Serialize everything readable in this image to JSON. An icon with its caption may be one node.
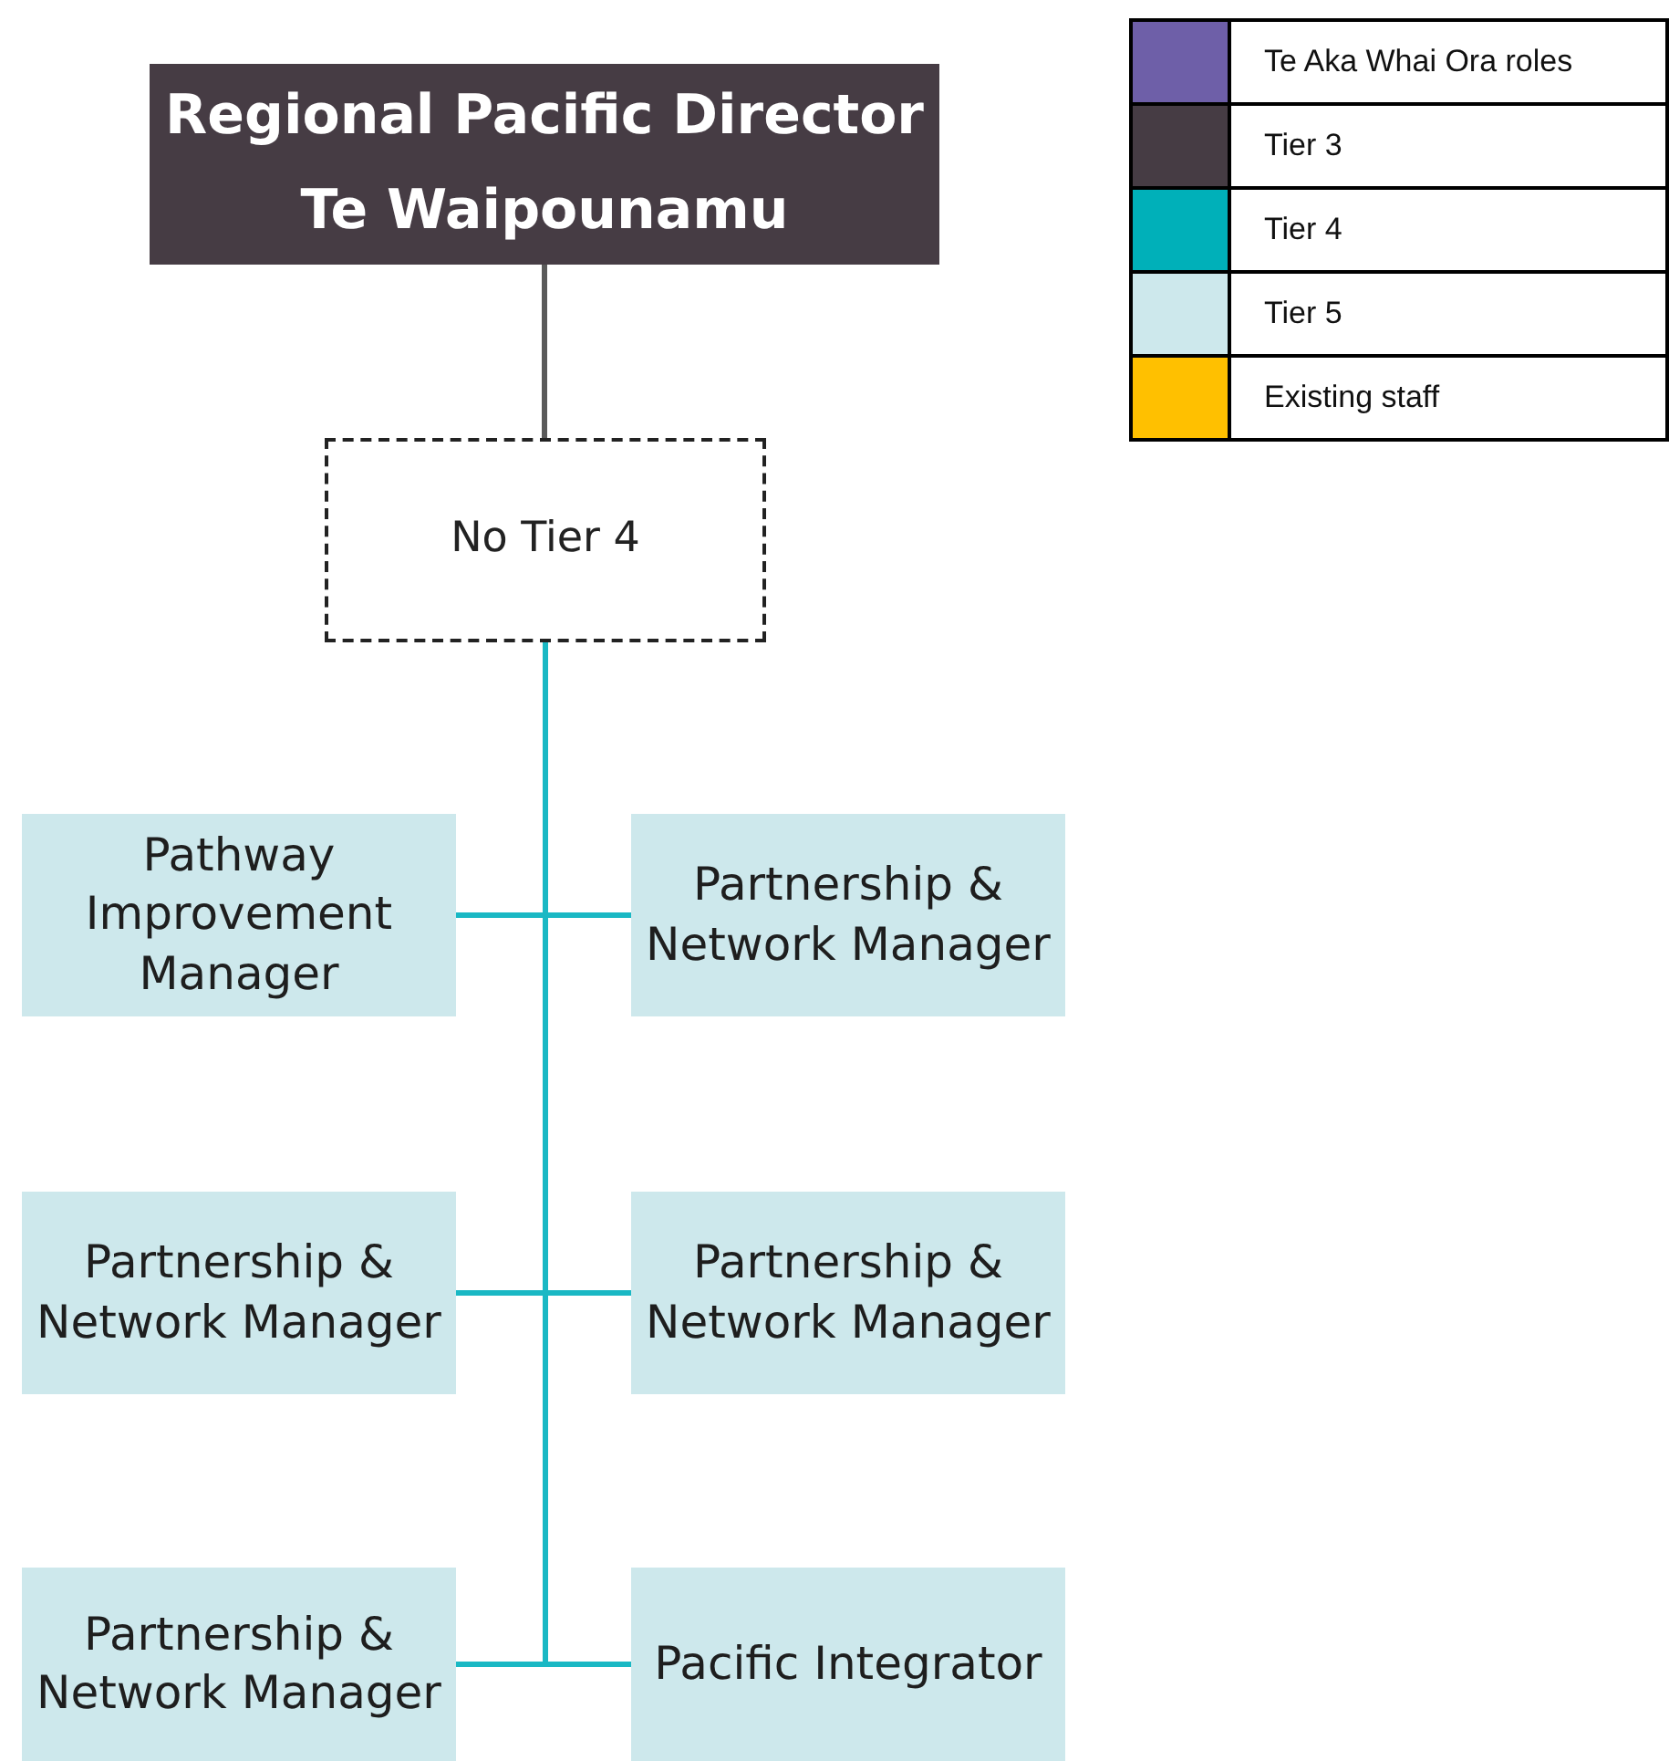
{
  "diagram": {
    "nodes": [
      {
        "text": [
          "Regional Pacific Director Te Waipounamu"
        ]
      },
      {
        "text": [
          "No Tier 4"
        ]
      },
      {
        "text": [
          "Pathway Improvement Manager"
        ]
      },
      {
        "text": [
          "Partnership & Network Manager"
        ]
      },
      {
        "text": [
          "Partnership & Network Manager"
        ]
      },
      {
        "text": [
          "Partnership & Network Manager"
        ]
      },
      {
        "text": [
          "Partnership & Network Manager"
        ]
      },
      {
        "text": [
          "Pacific Integrator"
        ]
      }
    ],
    "edges": [
      {
        "from": 0,
        "to": 1,
        "arrow": "none",
        "color": "#5a5a5a"
      },
      {
        "from": 1,
        "to": 2,
        "arrow": "none"
      },
      {
        "from": 1,
        "to": 3,
        "arrow": "none"
      },
      {
        "from": 1,
        "to": 4,
        "arrow": "none"
      },
      {
        "from": 1,
        "to": 5,
        "arrow": "none"
      },
      {
        "from": 1,
        "to": 6,
        "arrow": "none"
      },
      {
        "from": 1,
        "to": 7,
        "arrow": "none"
      }
    ],
    "legend": [
      {
        "text": "Te Aka Whai Ora roles",
        "color": "#6e5fa8"
      },
      {
        "text": "Tier 3",
        "color": "#463c44"
      },
      {
        "text": "Tier 4",
        "color": "#00b0b9"
      },
      {
        "text": "Tier 5",
        "color": "#cde8ec"
      },
      {
        "text": "Existing staff",
        "color": "#ffc000"
      }
    ]
  }
}
